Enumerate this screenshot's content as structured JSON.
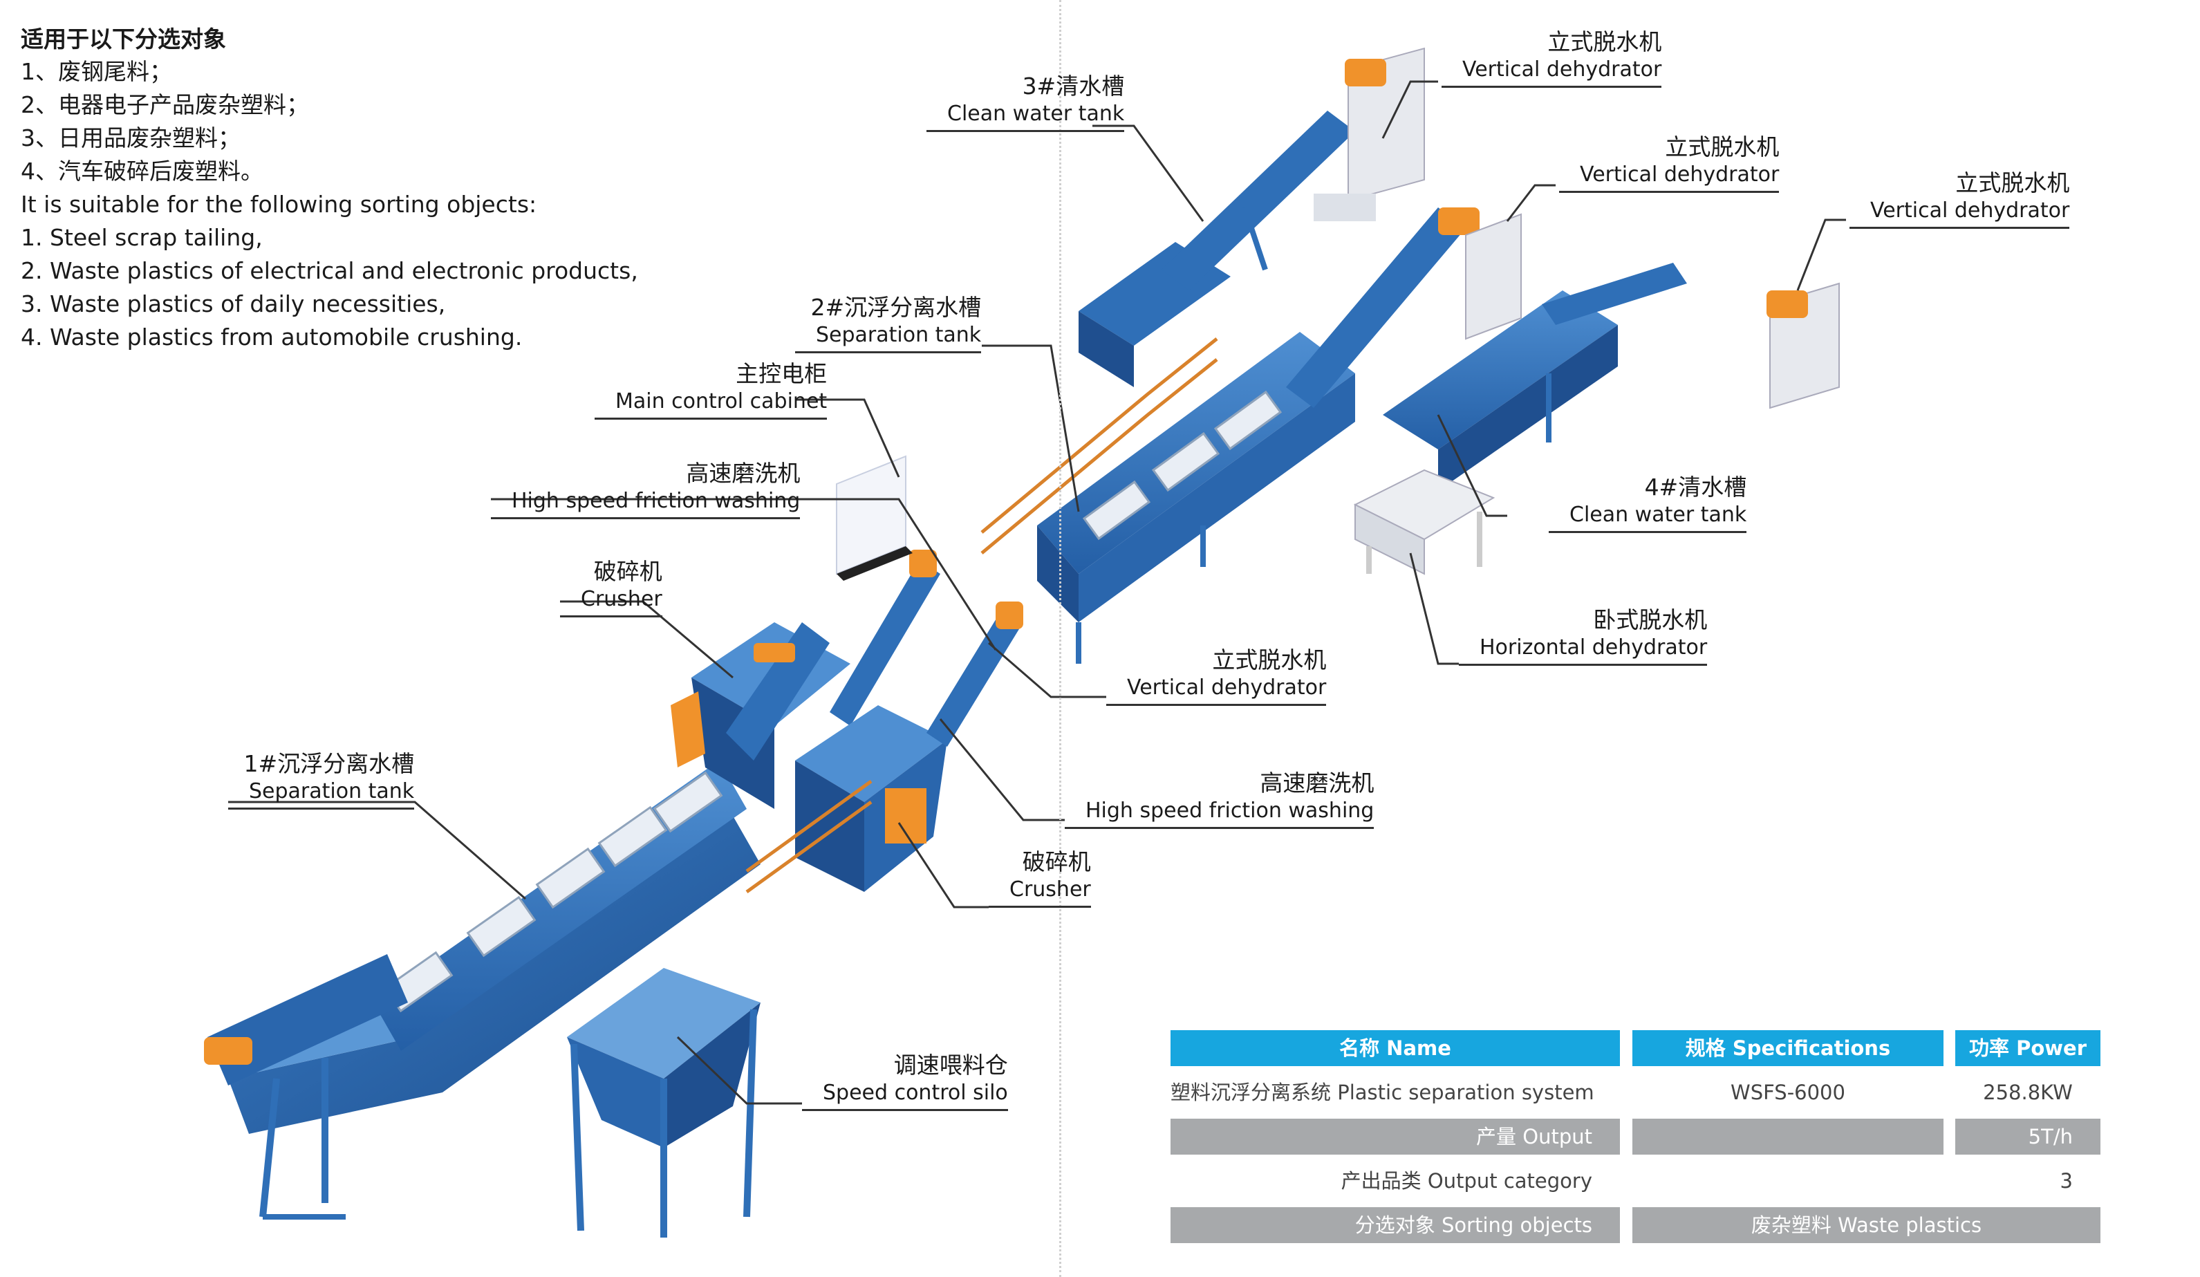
{
  "intro": {
    "heading": "适用于以下分选对象",
    "items_cn": [
      "1、废钢尾料；",
      "2、电器电子产品废杂塑料；",
      "3、日用品废杂塑料；",
      "4、汽车破碎后废塑料。"
    ],
    "en_heading": "It is suitable for the following sorting objects:",
    "items_en": [
      "1. Steel scrap tailing,",
      "2. Waste plastics of electrical and electronic products,",
      "3. Waste plastics of daily necessities,",
      "4. Waste plastics from automobile crushing."
    ]
  },
  "labels": {
    "vd1": {
      "cn": "立式脱水机",
      "en": "Vertical dehydrator"
    },
    "vd2": {
      "cn": "立式脱水机",
      "en": "Vertical dehydrator"
    },
    "vd3": {
      "cn": "立式脱水机",
      "en": "Vertical dehydrator"
    },
    "vd4": {
      "cn": "立式脱水机",
      "en": "Vertical dehydrator"
    },
    "cw3": {
      "cn": "3#清水槽",
      "en": "Clean water tank"
    },
    "cw4": {
      "cn": "4#清水槽",
      "en": "Clean water tank"
    },
    "sep2": {
      "cn": "2#沉浮分离水槽",
      "en": "Separation tank"
    },
    "sep1": {
      "cn": "1#沉浮分离水槽",
      "en": "Separation tank"
    },
    "cabinet": {
      "cn": "主控电柜",
      "en": "Main control cabinet"
    },
    "hsw1": {
      "cn": "高速磨洗机",
      "en": "High speed friction washing"
    },
    "hsw2": {
      "cn": "高速磨洗机",
      "en": "High speed friction washing"
    },
    "crusher1": {
      "cn": "破碎机",
      "en": "Crusher"
    },
    "crusher2": {
      "cn": "破碎机",
      "en": "Crusher"
    },
    "hd": {
      "cn": "卧式脱水机",
      "en": "Horizontal dehydrator"
    },
    "silo": {
      "cn": "调速喂料仓",
      "en": "Speed control silo"
    }
  },
  "table": {
    "headers": [
      "名称 Name",
      "规格 Specifications",
      "功率 Power"
    ],
    "rows": [
      [
        "塑料沉浮分离系统  Plastic separation system",
        "WSFS-6000",
        "258.8KW"
      ],
      [
        "产量  Output",
        "",
        "5T/h"
      ],
      [
        "产出品类  Output category",
        "",
        "3"
      ],
      [
        "分选对象  Sorting objects",
        "废杂塑料  Waste plastics",
        ""
      ]
    ]
  },
  "colors": {
    "machine_blue": "#2f6fb7",
    "machine_dark": "#1f4f8f",
    "accent_orange": "#f0922b",
    "railing_orange": "#d9822b",
    "header_blue": "#17a6df",
    "row_gray": "#a7a9ab"
  }
}
